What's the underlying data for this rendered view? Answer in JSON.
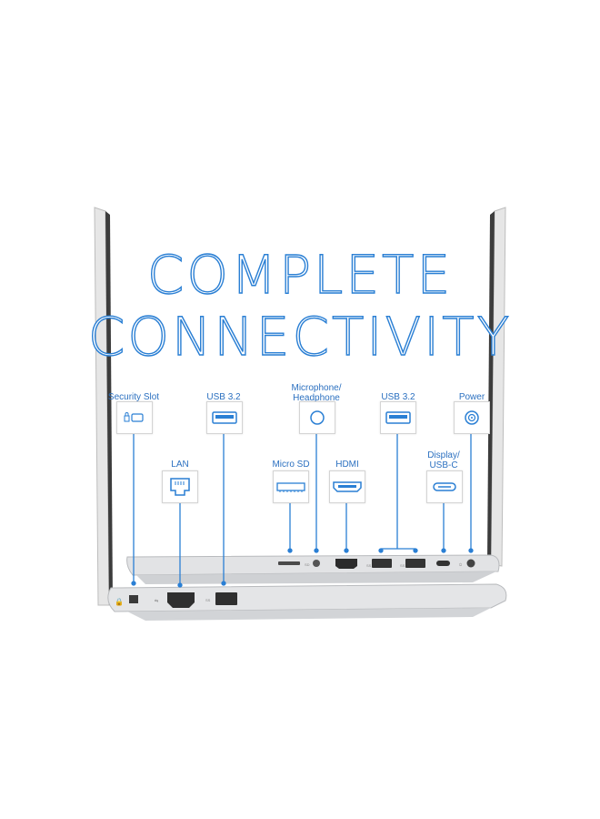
{
  "headline": {
    "line1": "COMPLETE",
    "line2": "CONNECTIVITY"
  },
  "accent_color": "#2a7fd4",
  "ports": {
    "security_slot": {
      "label": "Security Slot",
      "icon": "lock-slot-icon"
    },
    "usb_left": {
      "label": "USB 3.2",
      "icon": "usb-a-icon"
    },
    "lan": {
      "label": "LAN",
      "icon": "ethernet-port-icon"
    },
    "microphone": {
      "label": "Microphone/\nHeadphone",
      "icon": "audio-jack-icon"
    },
    "micro_sd": {
      "label": "Micro SD",
      "icon": "micro-sd-icon"
    },
    "hdmi": {
      "label": "HDMI",
      "icon": "hdmi-icon"
    },
    "usb_right": {
      "label": "USB 3.2",
      "icon": "usb-a-icon"
    },
    "display_usbc": {
      "label": "Display/\nUSB-C",
      "icon": "usb-c-icon"
    },
    "power": {
      "label": "Power",
      "icon": "power-jack-icon"
    }
  }
}
